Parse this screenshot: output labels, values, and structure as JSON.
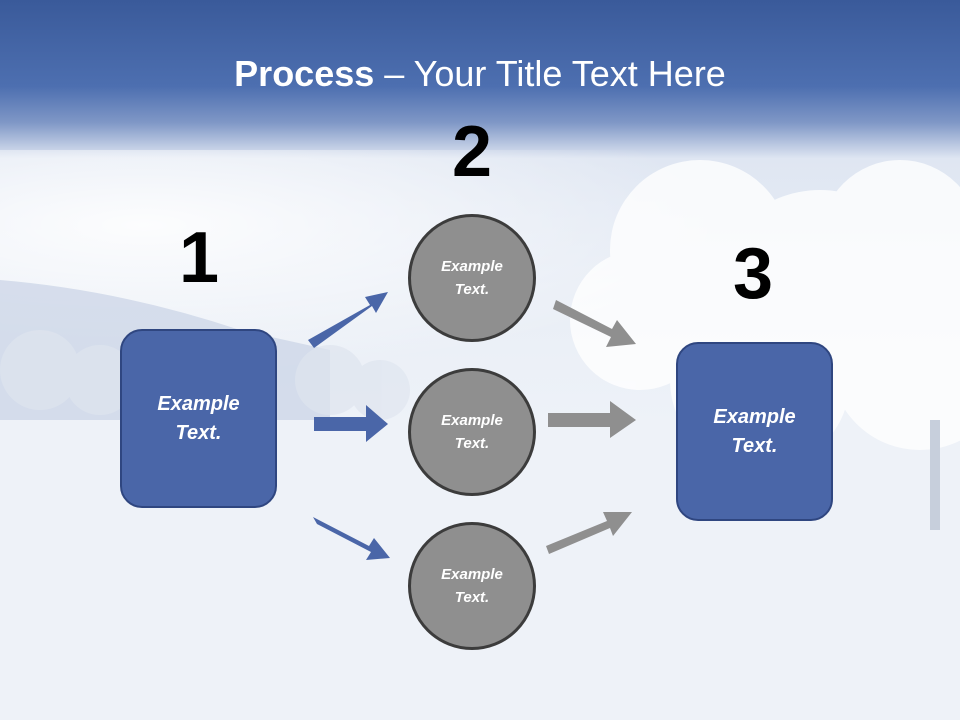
{
  "title": {
    "bold": "Process",
    "rest": " – Your Title Text Here"
  },
  "steps": [
    {
      "number": "1",
      "label": "Example Text."
    },
    {
      "number": "2",
      "labels": [
        "Example Text.",
        "Example Text.",
        "Example Text."
      ]
    },
    {
      "number": "3",
      "label": "Example Text."
    }
  ],
  "colors": {
    "box_fill": "#4a66a8",
    "circle_fill": "#8f8f8f",
    "blue_arrow": "#4a66a8",
    "gray_arrow": "#8f8f8f"
  }
}
